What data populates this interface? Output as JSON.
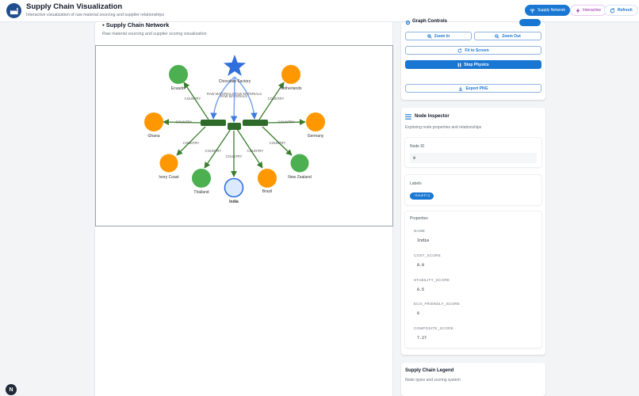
{
  "header": {
    "title": "Supply Chain Visualization",
    "subtitle": "Interactive visualization of raw material sourcing and supplier relationships",
    "buttons": {
      "network": "Supply Network",
      "interactive": "Interactive",
      "refresh": "Refresh"
    }
  },
  "main": {
    "title": "Supply Chain Network",
    "subtitle": "Raw material sourcing and supplier scoring visualization"
  },
  "graph": {
    "colors": {
      "green": "#4caf50",
      "orange": "#ff9800",
      "blue": "#2f6fdb",
      "edge": "#3a7d2c",
      "hub": "#2e6b2a",
      "selected_fill": "#dbeafe"
    },
    "labels": {
      "factory": "Chocolate Factory",
      "ecuador": "Ecuador",
      "netherlands": "Netherlands",
      "ghana": "Ghana",
      "germany": "Germany",
      "ivory_coast": "Ivory Coast",
      "thailand": "Thailand",
      "india": "India",
      "brazil": "Brazil",
      "new_zealand": "New Zealand"
    },
    "edge_labels": {
      "country": "COUNTRY",
      "raw_materials": "RAW MATERIALS",
      "raw_materials_2": "RAW MATERIALS",
      "raw_materials_3": "RAW MATERIALS"
    }
  },
  "controls": {
    "title": "Graph Controls",
    "zoom_in": "Zoom In",
    "zoom_out": "Zoom Out",
    "fit": "Fit to Screen",
    "physics": "Stop Physics",
    "export": "Export PNG"
  },
  "inspector": {
    "title": "Node Inspector",
    "subtitle": "Exploring node properties and relationships",
    "node_id_label": "Node ID",
    "node_id": "9",
    "labels_label": "Labels",
    "label_chip": ":Country",
    "properties_label": "Properties",
    "properties": [
      {
        "key": "NAME",
        "value": "India"
      },
      {
        "key": "COST_SCORE",
        "value": "8.0"
      },
      {
        "key": "STABILITY_SCORE",
        "value": "6.5"
      },
      {
        "key": "ECO_FRIENDLY_SCORE",
        "value": "6"
      },
      {
        "key": "COMPOSITE_SCORE",
        "value": "7.27"
      }
    ]
  },
  "legend": {
    "title": "Supply Chain Legend",
    "subtitle": "Node types and scoring system"
  },
  "dev_badge": "N"
}
